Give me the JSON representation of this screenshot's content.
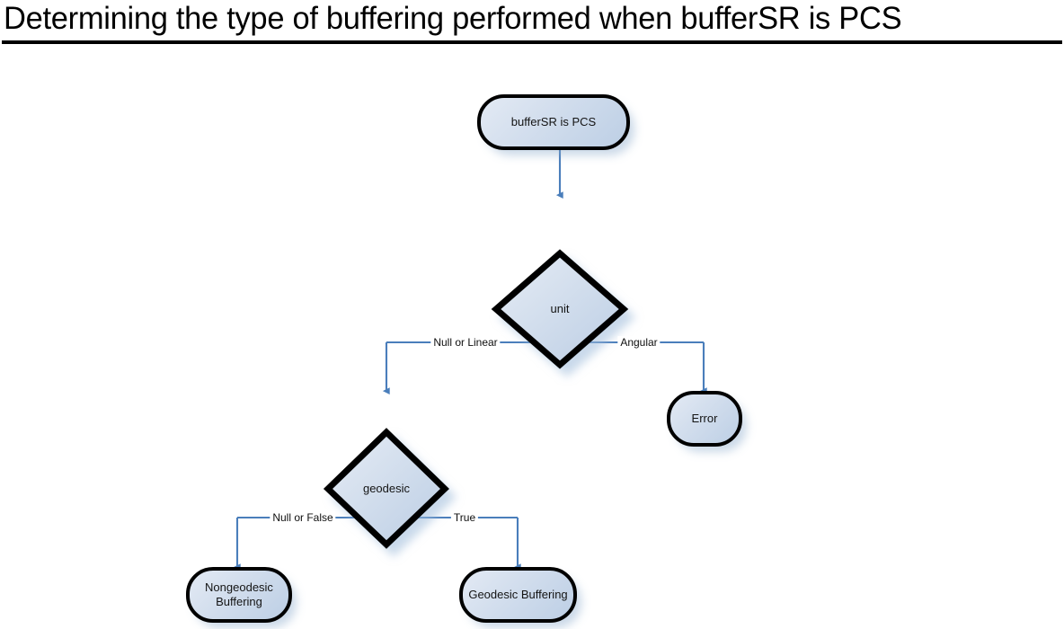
{
  "page": {
    "title": "Determining the type of buffering performed when bufferSR is PCS",
    "background_color": "#ffffff"
  },
  "theme": {
    "node_border_color": "#000000",
    "node_fill_light": "#e3eaf4",
    "node_fill_dark": "#bdcfe5",
    "edge_color": "#4a7ebb",
    "text_color": "#141414",
    "shadow_color": "#c6d6ea"
  },
  "chart_data": {
    "type": "diagram",
    "diagram_kind": "flowchart",
    "title": "Determining the type of buffering performed when bufferSR is PCS",
    "nodes": [
      {
        "id": "start",
        "label": "bufferSR is PCS",
        "shape": "terminator"
      },
      {
        "id": "unit",
        "label": "unit",
        "shape": "decision"
      },
      {
        "id": "error",
        "label": "Error",
        "shape": "terminator"
      },
      {
        "id": "geodesic",
        "label": "geodesic",
        "shape": "decision"
      },
      {
        "id": "nongeodesic",
        "label": "Nongeodesic\nBuffering",
        "shape": "terminator"
      },
      {
        "id": "geodesicbuf",
        "label": "Geodesic Buffering",
        "shape": "terminator"
      }
    ],
    "edges": [
      {
        "from": "start",
        "to": "unit",
        "label": ""
      },
      {
        "from": "unit",
        "to": "geodesic",
        "label": "Null or Linear"
      },
      {
        "from": "unit",
        "to": "error",
        "label": "Angular"
      },
      {
        "from": "geodesic",
        "to": "nongeodesic",
        "label": "Null or False"
      },
      {
        "from": "geodesic",
        "to": "geodesicbuf",
        "label": "True"
      }
    ]
  },
  "nodes": {
    "start": {
      "label": "bufferSR is PCS"
    },
    "unit": {
      "label": "unit"
    },
    "error": {
      "label": "Error"
    },
    "geodesic": {
      "label": "geodesic"
    },
    "nongeodesic": {
      "label": "Nongeodesic\nBuffering"
    },
    "geodesicbuf": {
      "label": "Geodesic Buffering"
    }
  },
  "edge_labels": {
    "null_or_linear": "Null or Linear",
    "angular": "Angular",
    "null_or_false": "Null or False",
    "true": "True"
  }
}
